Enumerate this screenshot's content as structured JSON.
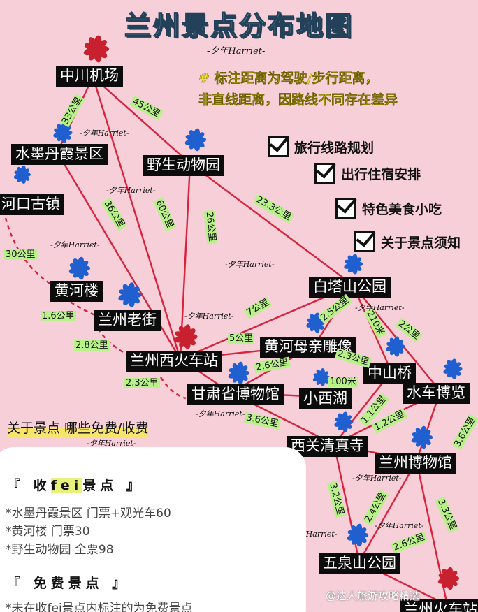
{
  "title": "兰州景点分布地图",
  "signature": "-夕年Harriet-",
  "watermark": "@达人旅游攻略精选",
  "note": {
    "line1": "# 标注距离为驾驶/步行距离，",
    "line2": "非直线距离，因路线不同存在差异"
  },
  "checklist": [
    "旅行线路规划",
    "出行住宿安排",
    "特色美食小吃",
    "关于景点须知"
  ],
  "colors": {
    "route": "#d9233d",
    "node": "#1f5fd0",
    "airport": "#c8202e",
    "background": "#f6cfd9",
    "distance_highlight": "#b8f08a"
  },
  "places": {
    "airport": "中川机场",
    "shuimo": "水墨丹霞景区",
    "wildlife": "野生动物园",
    "hekou": "河口古镇",
    "huanghelou": "黄河楼",
    "laojie": "兰州老街",
    "baitashan": "白塔山公园",
    "muqin": "黄河母亲雕像",
    "xizhan": "兰州西火车站",
    "zhongshanqiao": "中山桥",
    "shuiche": "水车博览",
    "gansumuseum": "甘肃省博物馆",
    "xiaoxihu": "小西湖",
    "qingzhensi": "西关清真寺",
    "lanzhoumuseum": "兰州博物馆",
    "wuquanshan": "五泉山公园",
    "huochezhan": "兰州火车站"
  },
  "distances": {
    "airport_shuimo": "33公里",
    "airport_wildlife": "45公里",
    "hekou_huanghelou": "30公里",
    "shuimo_xizhan": "36公里",
    "airport_xizhan": "60公里",
    "wildlife_xizhan": "26公里",
    "wildlife_baitashan": "23.3公里",
    "huanghelou_laojie": "1.6公里",
    "laojie_xizhan": "2.8公里",
    "xizhan_gansumuseum": "2.3公里",
    "baitashan_xizhan": "7公里",
    "baitashan_muqin": "2.5公里",
    "baitashan_zhongshanqiao": "210米",
    "baitashan_shuiche": "2公里",
    "muqin_xizhan": "5公里",
    "muqin_gansumuseum": "2.6公里",
    "muqin_zhongshanqiao": "2.3公里",
    "gansumuseum_xiaoxihu": "100米",
    "gansumuseum_qingzhensi": "3.6公里",
    "zhongshanqiao_qingzhensi": "1.1公里",
    "shuiche_qingzhensi": "1.2公里",
    "shuiche_lanzhoumuseum": "3.6公里",
    "qingzhensi_wuquanshan": "3.2公里",
    "lanzhoumuseum_wuquanshan": "2.4公里",
    "lanzhoumuseum_huochezhan": "3.3公里",
    "wuquanshan_huochezhan": "2.6公里"
  },
  "about": "关于景点 哪些免费/收费",
  "paid": {
    "heading_pre": "『 收",
    "heading_hl": "fei",
    "heading_post": "景点 』",
    "items": [
      "*水墨丹霞景区 门票+观光车60",
      "*黄河楼 门票30",
      "*野生动物园 全票98"
    ]
  },
  "free": {
    "heading": "『 免费景点 』",
    "note": "*未在收fei景点内标注的为免费景点"
  }
}
